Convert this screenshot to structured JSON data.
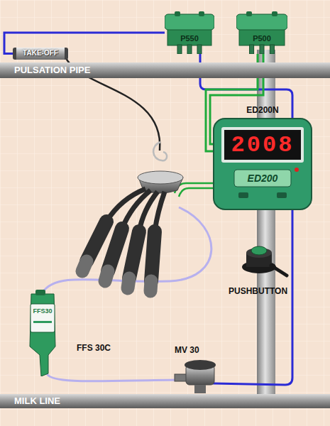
{
  "diagram": {
    "nodes": [
      {
        "text": [
          "P550"
        ]
      },
      {
        "text": [
          "P500"
        ]
      },
      {
        "text": [
          "TAKE-OFF"
        ]
      },
      {
        "text": [
          "PULSATION PIPE"
        ]
      },
      {
        "text": [
          "ED200N",
          "2008",
          "ED200"
        ]
      },
      {
        "text": [
          "FFS30"
        ]
      },
      {
        "text": [
          "MILK LINE"
        ]
      }
    ],
    "edges": [
      {
        "from": 2,
        "to": 0,
        "arrow": "none"
      },
      {
        "from": 1,
        "to": 4,
        "arrow": "none"
      },
      {
        "from": 1,
        "to": 4,
        "arrow": "none"
      }
    ],
    "labels": [
      "PUSHBUTTON",
      "FFS 30C",
      "MV 30"
    ]
  }
}
